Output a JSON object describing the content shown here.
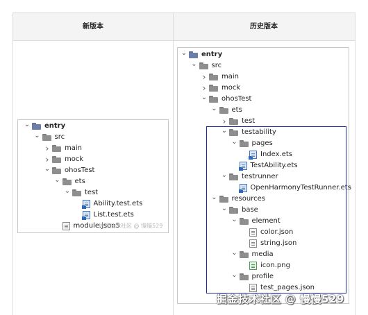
{
  "header": {
    "new_version": "新版本",
    "old_version": "历史版本"
  },
  "new_tree": [
    {
      "label": "entry",
      "depth": 0,
      "type": "root",
      "arrow": "down",
      "bold": true
    },
    {
      "label": "src",
      "depth": 1,
      "type": "folder",
      "arrow": "down"
    },
    {
      "label": "main",
      "depth": 2,
      "type": "folder",
      "arrow": "right"
    },
    {
      "label": "mock",
      "depth": 2,
      "type": "folder",
      "arrow": "right"
    },
    {
      "label": "ohosTest",
      "depth": 2,
      "type": "folder",
      "arrow": "down"
    },
    {
      "label": "ets",
      "depth": 3,
      "type": "folder",
      "arrow": "down"
    },
    {
      "label": "test",
      "depth": 4,
      "type": "folder",
      "arrow": "down"
    },
    {
      "label": "Ability.test.ets",
      "depth": 5,
      "type": "ts",
      "arrow": "none"
    },
    {
      "label": "List.test.ets",
      "depth": 5,
      "type": "ts",
      "arrow": "none"
    },
    {
      "label": "module.json5",
      "depth": 3,
      "type": "json",
      "arrow": "none"
    }
  ],
  "old_tree": [
    {
      "label": "entry",
      "depth": 0,
      "type": "root",
      "arrow": "down",
      "bold": true
    },
    {
      "label": "src",
      "depth": 1,
      "type": "folder",
      "arrow": "down"
    },
    {
      "label": "main",
      "depth": 2,
      "type": "folder",
      "arrow": "right"
    },
    {
      "label": "mock",
      "depth": 2,
      "type": "folder",
      "arrow": "right"
    },
    {
      "label": "ohosTest",
      "depth": 2,
      "type": "folder",
      "arrow": "down"
    },
    {
      "label": "ets",
      "depth": 3,
      "type": "folder",
      "arrow": "down"
    },
    {
      "label": "test",
      "depth": 4,
      "type": "folder",
      "arrow": "right"
    },
    {
      "label": "testability",
      "depth": 4,
      "type": "folder",
      "arrow": "down"
    },
    {
      "label": "pages",
      "depth": 5,
      "type": "folder",
      "arrow": "down"
    },
    {
      "label": "Index.ets",
      "depth": 6,
      "type": "ts",
      "arrow": "none"
    },
    {
      "label": "TestAbility.ets",
      "depth": 5,
      "type": "ts",
      "arrow": "none"
    },
    {
      "label": "testrunner",
      "depth": 4,
      "type": "folder",
      "arrow": "down"
    },
    {
      "label": "OpenHarmonyTestRunner.ets",
      "depth": 5,
      "type": "ts",
      "arrow": "none"
    },
    {
      "label": "resources",
      "depth": 3,
      "type": "folder",
      "arrow": "down"
    },
    {
      "label": "base",
      "depth": 4,
      "type": "folder",
      "arrow": "down"
    },
    {
      "label": "element",
      "depth": 5,
      "type": "folder",
      "arrow": "down"
    },
    {
      "label": "color.json",
      "depth": 6,
      "type": "json",
      "arrow": "none"
    },
    {
      "label": "string.json",
      "depth": 6,
      "type": "json",
      "arrow": "none"
    },
    {
      "label": "media",
      "depth": 5,
      "type": "folder",
      "arrow": "down"
    },
    {
      "label": "icon.png",
      "depth": 6,
      "type": "png",
      "arrow": "none"
    },
    {
      "label": "profile",
      "depth": 5,
      "type": "folder",
      "arrow": "down"
    },
    {
      "label": "test_pages.json",
      "depth": 6,
      "type": "json",
      "arrow": "none"
    }
  ],
  "watermark": {
    "small": "掘金技术社区 @ 慢慢529",
    "big": "掘金技术社区 @ 慢慢529"
  },
  "colors": {
    "highlight_border": "#1a2aa8",
    "header_bg": "#f4f4f4"
  }
}
